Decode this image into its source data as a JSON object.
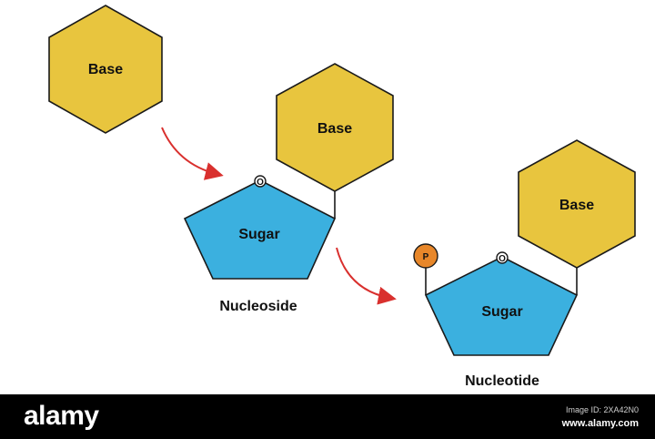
{
  "diagram": {
    "base_label": "Base",
    "sugar_label": "Sugar",
    "oxygen_label": "O",
    "phosphate_label": "P",
    "nucleoside_label": "Nucleoside",
    "nucleotide_label": "Nucleotide",
    "colors": {
      "base_fill": "#E8C53E",
      "sugar_fill": "#3BB0DF",
      "phosphate_fill": "#E8872A",
      "arrow": "#D9302E",
      "outline": "#1a1a1a"
    }
  },
  "watermark": {
    "brand": "alamy",
    "image_id": "Image ID: 2XA42N0",
    "site": "www.alamy.com"
  }
}
